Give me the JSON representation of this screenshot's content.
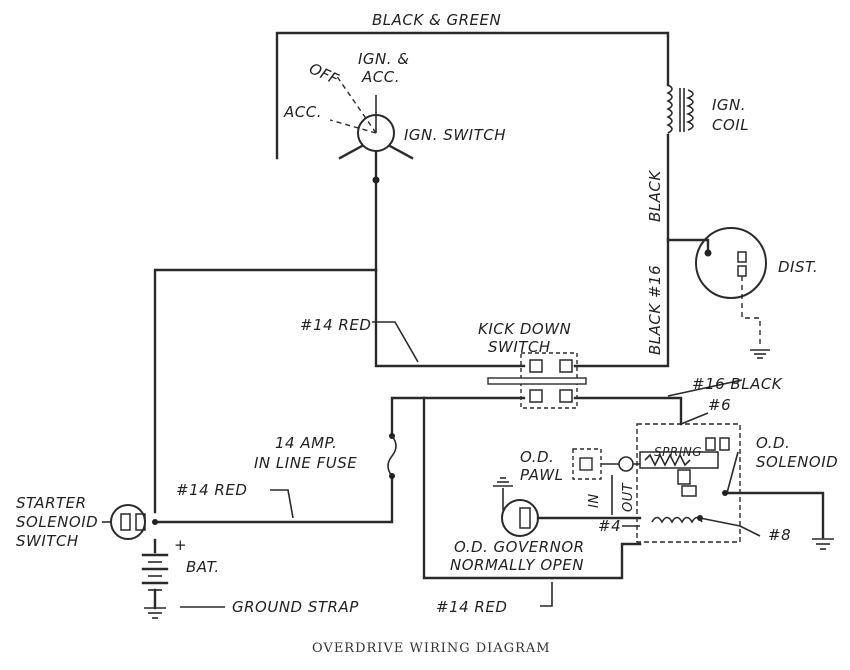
{
  "labels": {
    "black_green": "BLACK & GREEN",
    "ign_acc_1": "IGN. &",
    "ign_acc_2": "ACC.",
    "off": "OFF",
    "acc": "ACC.",
    "ign_switch": "IGN. SWITCH",
    "ign_coil_1": "IGN.",
    "ign_coil_2": "COIL",
    "black_top": "BLACK",
    "black16": "BLACK #16",
    "dist": "DIST.",
    "red14_top": "#14 RED",
    "kick_1": "KICK DOWN",
    "kick_2": "SWITCH",
    "black16_right": "#16 BLACK",
    "n6": "#6",
    "fuse_1": "14 AMP.",
    "fuse_2": "IN LINE FUSE",
    "od_sol_1": "O.D.",
    "od_sol_2": "SOLENOID",
    "pawl_1": "O.D.",
    "pawl_2": "PAWL",
    "spring": "SPRING",
    "in_lbl": "IN",
    "out_lbl": "OUT",
    "red14_mid": "#14 RED",
    "starter_1": "STARTER",
    "starter_2": "SOLENOID",
    "starter_3": "SWITCH",
    "n4": "#4",
    "n8": "#8",
    "governor_1": "O.D. GOVERNOR",
    "governor_2": "NORMALLY OPEN",
    "plus": "+",
    "bat": "BAT.",
    "ground_strap": "GROUND STRAP",
    "red14_bottom": "#14 RED",
    "caption": "OVERDRIVE WIRING DIAGRAM"
  }
}
